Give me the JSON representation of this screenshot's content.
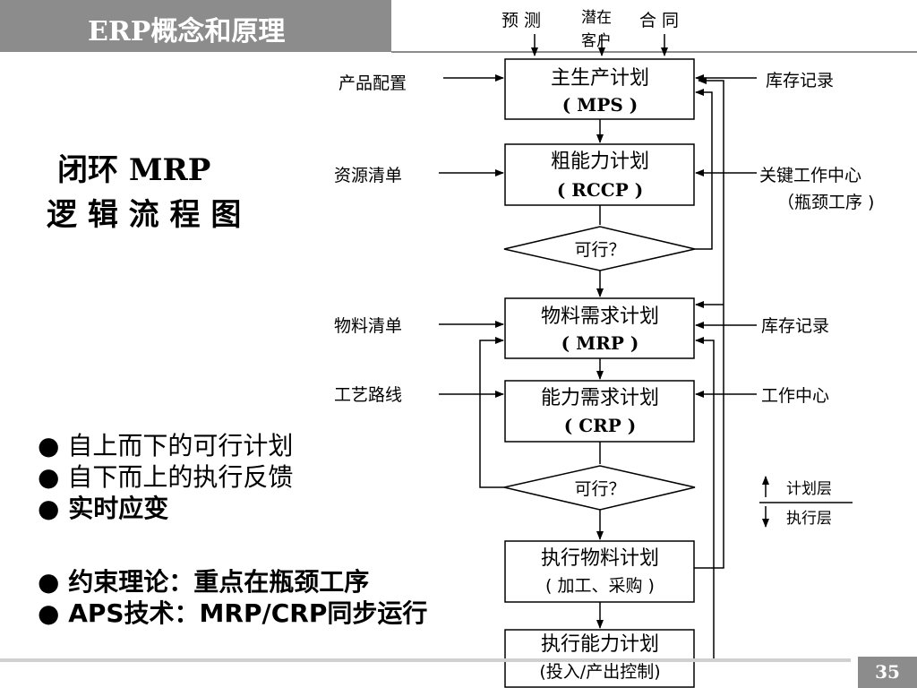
{
  "header": {
    "title": "ERP概念和原理"
  },
  "main_title": {
    "line1": "闭环 MRP",
    "line2": "逻 辑 流 程 图"
  },
  "bullets": {
    "group1": [
      "自上而下的可行计划",
      "自下而上的执行反馈",
      "实时应变"
    ],
    "group2": [
      "约束理论：重点在瓶颈工序",
      "APS技术：MRP/CRP同步运行"
    ]
  },
  "top_inputs": {
    "forecast": "预 测",
    "potential1": "潜在",
    "potential2": "客户",
    "contract": "合 同"
  },
  "boxes": {
    "mps": {
      "name": "主生产计划",
      "abbr": "( MPS )"
    },
    "rccp": {
      "name": "粗能力计划",
      "abbr": "( RCCP )"
    },
    "feasible1": "可行？",
    "mrp": {
      "name": "物料需求计划",
      "abbr": "( MRP )"
    },
    "crp": {
      "name": "能力需求计划",
      "abbr": "( CRP )"
    },
    "feasible2": "可行？",
    "exec_material": {
      "name": "执行物料计划",
      "sub": "( 加工、采购 )"
    },
    "exec_capacity": {
      "name": "执行能力计划",
      "sub": "(投入/产出控制)"
    }
  },
  "left_inputs": {
    "product_config": "产品配置",
    "resource_list": "资源清单",
    "bom": "物料清单",
    "routing": "工艺路线"
  },
  "right_inputs": {
    "inventory1": "库存记录",
    "key_wc1": "关键工作中心",
    "key_wc2": "（瓶颈工序 )",
    "inventory2": "库存记录",
    "work_center": "工作中心"
  },
  "legend": {
    "plan_layer": "计划层",
    "exec_layer": "执行层"
  },
  "footer": {
    "page": "35"
  }
}
